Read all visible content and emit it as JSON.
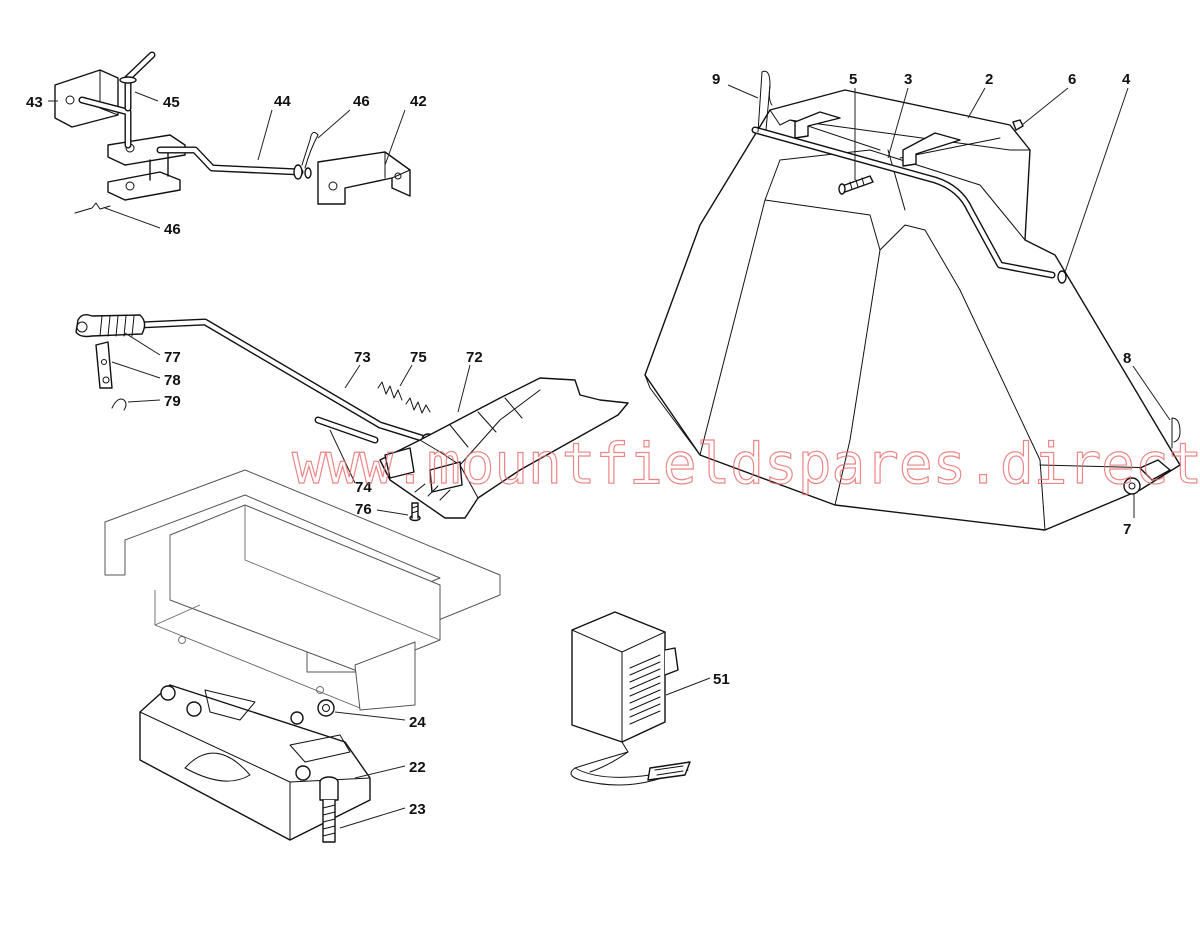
{
  "watermark": "www.mountfieldspares.direct",
  "callouts": {
    "c2": "2",
    "c3": "3",
    "c4": "4",
    "c5": "5",
    "c6": "6",
    "c7": "7",
    "c8": "8",
    "c9": "9",
    "c22": "22",
    "c23": "23",
    "c24": "24",
    "c42": "42",
    "c43": "43",
    "c44": "44",
    "c45": "45",
    "c46a": "46",
    "c46b": "46",
    "c51": "51",
    "c72": "72",
    "c73": "73",
    "c74": "74",
    "c75": "75",
    "c76": "76",
    "c77": "77",
    "c78": "78",
    "c79": "79"
  }
}
